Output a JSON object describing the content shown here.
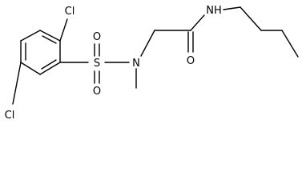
{
  "molecule": {
    "atoms": {
      "cl_top": "Cl",
      "cl_bottom": "Cl",
      "sulfur": "S",
      "oxygen_sulfonyl_top": "O",
      "oxygen_sulfonyl_bottom": "O",
      "nitrogen_tertiary": "N",
      "nitrogen_amide": "NH",
      "oxygen_carbonyl": "O"
    },
    "colors": {
      "bond": "#000000",
      "label": "#000000",
      "background": "#ffffff"
    }
  }
}
